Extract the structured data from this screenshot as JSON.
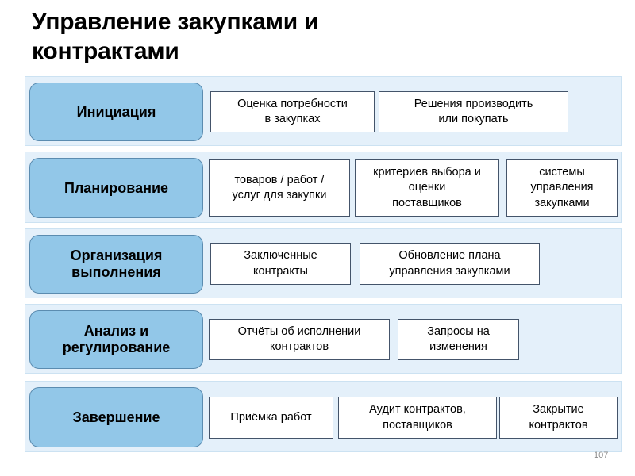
{
  "slide": {
    "title": "Управление закупками и\nконтрактами",
    "page_number": "107",
    "colors": {
      "stage_fill": "#92C7E8",
      "stage_border": "#5B8CB0",
      "band_fill": "#E4F0FA",
      "band_border": "#CCE2F2",
      "item_border": "#44546A",
      "item_fill": "#FFFFFF",
      "title_color": "#000000",
      "page_number_color": "#8C8C8C"
    }
  },
  "rows": [
    {
      "stage": "Инициация",
      "items": [
        "Оценка потребности\nв закупках",
        "Решения производить\nили покупать"
      ]
    },
    {
      "stage": "Планирование",
      "items": [
        "товаров / работ /\nуслуг для закупки",
        "критериев выбора и\nоценки\nпоставщиков",
        "системы\nуправления\nзакупками"
      ]
    },
    {
      "stage": "Организация\nвыполнения",
      "items": [
        "Заключенные\nконтракты",
        "Обновление плана\nуправления закупками"
      ]
    },
    {
      "stage": "Анализ и\nрегулирование",
      "items": [
        "Отчёты об исполнении\nконтрактов",
        "Запросы на\nизменения"
      ]
    },
    {
      "stage": "Завершение",
      "items": [
        "Приёмка работ",
        "Аудит контрактов,\nпоставщиков",
        "Закрытие\nконтрактов"
      ]
    }
  ]
}
